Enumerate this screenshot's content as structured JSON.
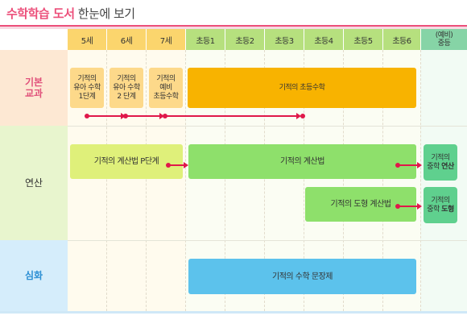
{
  "header": {
    "title_main": "수학학습 도서",
    "title_sub": " 한눈에 보기"
  },
  "columns": [
    "5세",
    "6세",
    "7세",
    "초등1",
    "초등2",
    "초등3",
    "초등4",
    "초등5",
    "초등6"
  ],
  "middle_column": {
    "line1": "(예비)",
    "line2": "중등"
  },
  "rows": {
    "basic": [
      "기본",
      "교과"
    ],
    "calc": "연산",
    "deep": "심화"
  },
  "books": {
    "pre1": [
      "기적의",
      "유아 수학",
      "1단계"
    ],
    "pre2": [
      "기적의",
      "유아 수학",
      "2 단계"
    ],
    "pre3": [
      "기적의",
      "예비",
      "초등수학"
    ],
    "elem_math": "기적의 초등수학",
    "calc_p": "기적의 계산법 P단계",
    "calc": "기적의 계산법",
    "mid_calc": {
      "line1": "기적의",
      "line2a": "중학 ",
      "line2b": "연산"
    },
    "shape_calc": "기적의 도형 계산법",
    "mid_shape": {
      "line1": "기적의",
      "line2a": "중학 ",
      "line2b": "도형"
    },
    "word_problem": "기적의 수학 문장제"
  },
  "colors": {
    "accent": "#ec4f7a",
    "arrow": "#e0184a"
  }
}
